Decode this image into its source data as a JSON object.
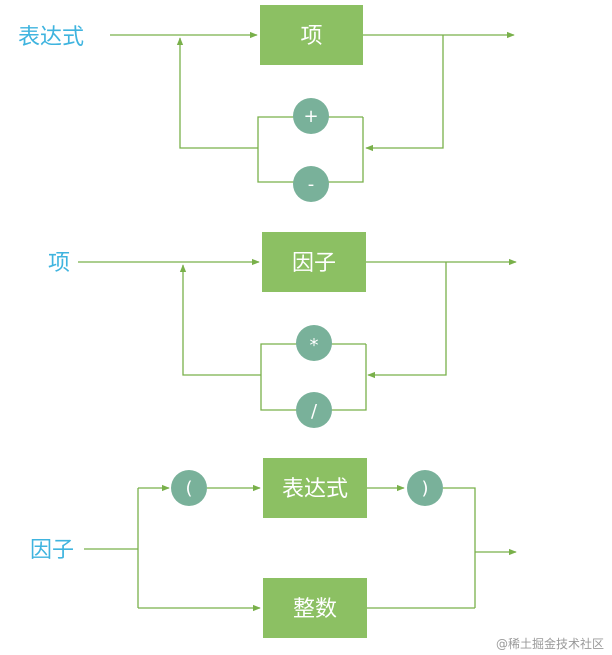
{
  "diagram1": {
    "label": "表达式",
    "box": "项",
    "op_top": "+",
    "op_bottom": "-"
  },
  "diagram2": {
    "label": "项",
    "box": "因子",
    "op_top": "*",
    "op_bottom": "/"
  },
  "diagram3": {
    "label": "因子",
    "paren_open": "(",
    "box_top": "表达式",
    "paren_close": ")",
    "box_bottom": "整数"
  },
  "watermark": "@稀土掘金技术社区",
  "colors": {
    "line": "#79b04a",
    "box": "#8cc063",
    "circle": "#79b19a",
    "label": "#3fb4df"
  }
}
